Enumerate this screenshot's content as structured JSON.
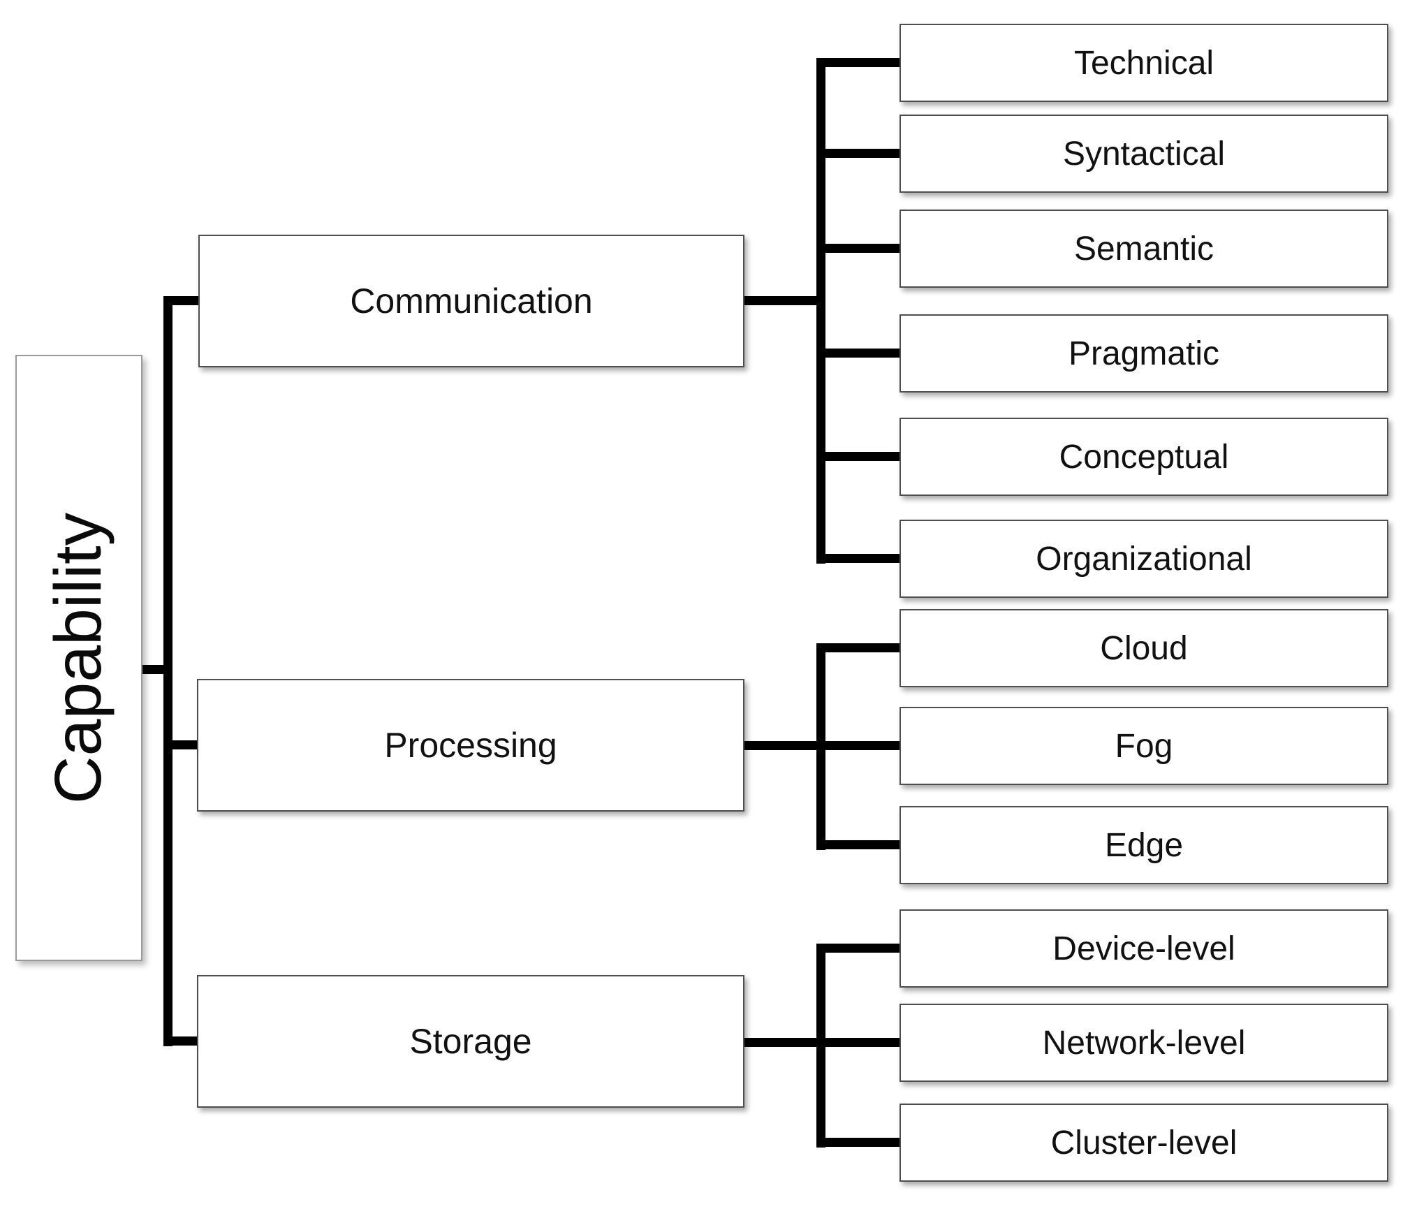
{
  "diagram": {
    "root": {
      "label": "Capability"
    },
    "branches": [
      {
        "label": "Communication",
        "children": [
          {
            "label": "Technical"
          },
          {
            "label": "Syntactical"
          },
          {
            "label": "Semantic"
          },
          {
            "label": "Pragmatic"
          },
          {
            "label": "Conceptual"
          },
          {
            "label": "Organizational"
          }
        ]
      },
      {
        "label": "Processing",
        "children": [
          {
            "label": "Cloud"
          },
          {
            "label": "Fog"
          },
          {
            "label": "Edge"
          }
        ]
      },
      {
        "label": "Storage",
        "children": [
          {
            "label": "Device-level"
          },
          {
            "label": "Network-level"
          },
          {
            "label": "Cluster-level"
          }
        ]
      }
    ],
    "colors": {
      "background": "#ffffff",
      "box_fill": "#ffffff",
      "box_border": "#4e4e4e",
      "root_box_border": "#999999",
      "connector_line": "#000000",
      "text": "#111111"
    }
  }
}
